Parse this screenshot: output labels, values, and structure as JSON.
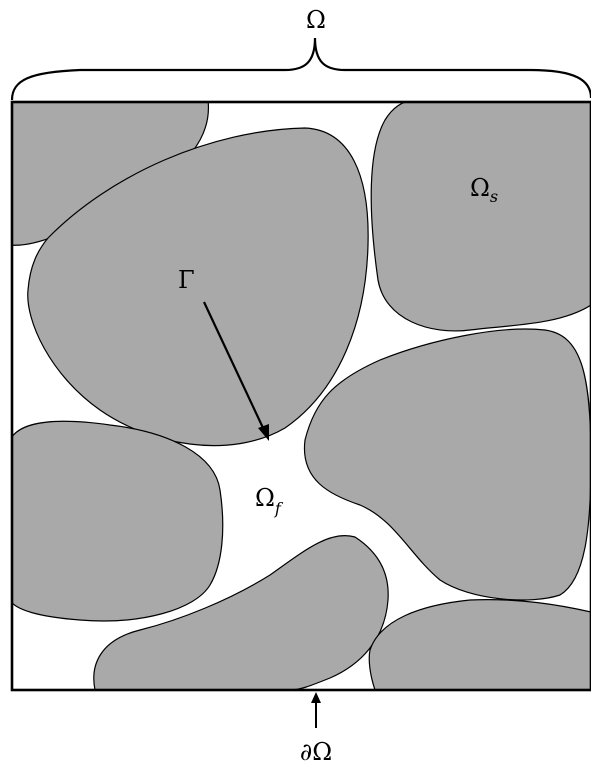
{
  "labels": {
    "domain": "Ω",
    "solid": {
      "base": "Ω",
      "sub": "s"
    },
    "fluid": {
      "base": "Ω",
      "sub": "f"
    },
    "interface": "Γ",
    "boundary": "∂Ω"
  },
  "colors": {
    "grain_fill": "#a9a9a9",
    "stroke": "#000000",
    "background": "#ffffff"
  }
}
